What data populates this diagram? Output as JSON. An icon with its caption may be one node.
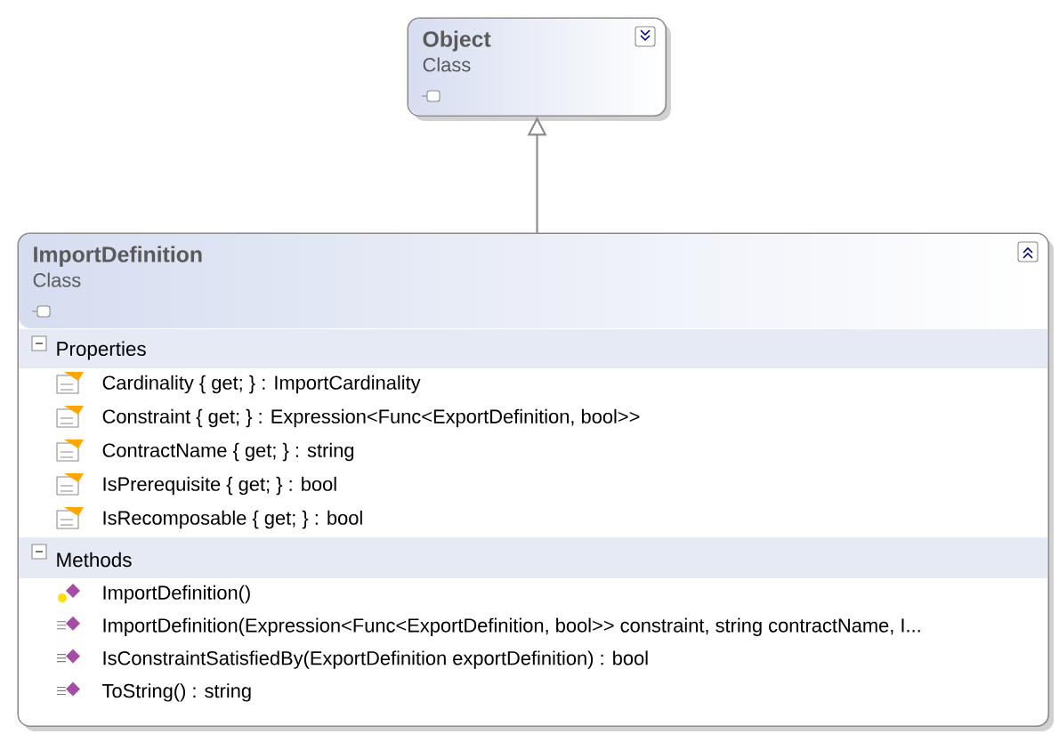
{
  "diagram": {
    "nodes": [
      {
        "text": [
          "Object",
          "Class"
        ]
      },
      {
        "text": [
          "ImportDefinition",
          "Class"
        ]
      },
      {
        "text": [
          "Properties",
          "Cardinality { get; } : ImportCardinality",
          "Constraint { get; } : Expression<Func<ExportDefinition, bool>>",
          "ContractName { get; } : string",
          "IsPrerequisite { get; } : bool",
          "IsRecomposable { get; } : bool"
        ],
        "in": 1
      },
      {
        "text": [
          "Methods",
          "ImportDefinition()",
          "ImportDefinition(Expression<Func<ExportDefinition, bool>> constraint, string contractName, I...",
          "IsConstraintSatisfiedBy(ExportDefinition exportDefinition) : bool",
          "ToString() : string"
        ],
        "in": 1
      }
    ],
    "edges": [
      {
        "from": 1,
        "to": 0,
        "arrow": "to"
      }
    ]
  }
}
